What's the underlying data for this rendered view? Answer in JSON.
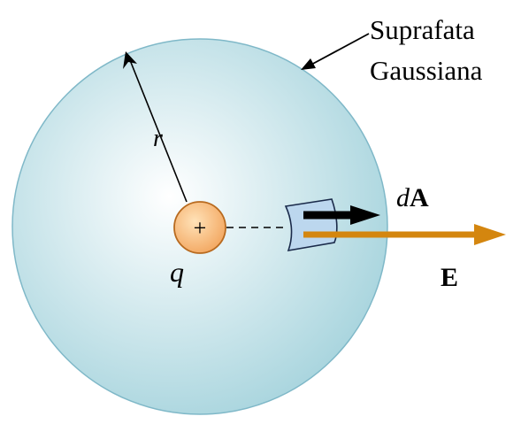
{
  "labels": {
    "surface_line1": "Suprafata",
    "surface_line2": "Gaussiana",
    "radius": "r",
    "charge": "q",
    "charge_sign": "+",
    "area_prefix": "d",
    "area_vector": "A",
    "field": "E"
  },
  "colors": {
    "sphere_edge": "#7fb8c8",
    "sphere_center": "#ffffff",
    "sphere_outer": "#a9d5de",
    "charge_fill": "#f2a45c",
    "charge_stroke": "#b86a1f",
    "field_arrow": "#d4860f",
    "area_arrow": "#000000",
    "patch_fill": "#bcd7ee"
  },
  "icons": {
    "charge": "positive-charge-icon",
    "area_element": "area-patch-icon"
  }
}
